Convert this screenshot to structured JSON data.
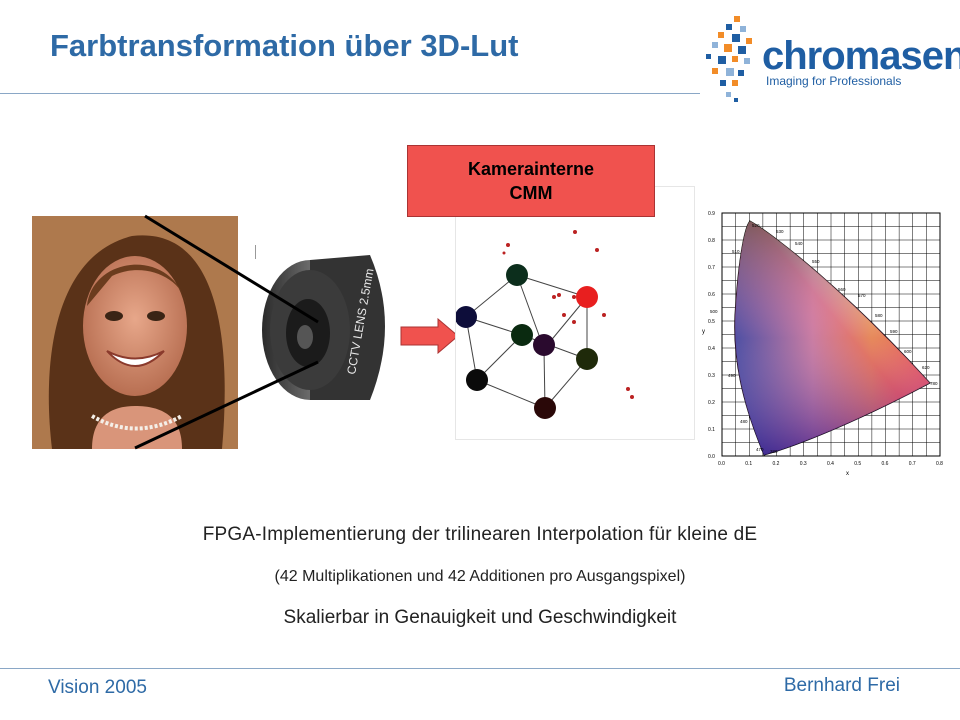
{
  "slide": {
    "title": "Farbtransformation über 3D-Lut",
    "cmm_label_line1": "Kamerainterne",
    "cmm_label_line2": "CMM",
    "lens_text": "CCTV LENS 2.5mm",
    "body_line1": "FPGA-Implementierung der trilinearen Interpolation für kleine dE",
    "body_line2": "(42 Multiplikationen und 42 Additionen pro Ausgangspixel)",
    "body_line3": "Skalierbar in Genauigkeit und Geschwindigkeit"
  },
  "logo": {
    "word": "chromasens",
    "tagline": "Imaging for Professionals"
  },
  "footer": {
    "left": "Vision 2005",
    "right": "Bernhard Frei"
  },
  "cie_axes": {
    "x_label": "x",
    "y_label": "y",
    "x_ticks": [
      "0.0",
      "0.1",
      "0.2",
      "0.3",
      "0.4",
      "0.5",
      "0.6",
      "0.7",
      "0.8"
    ],
    "y_ticks": [
      "0.0",
      "0.1",
      "0.2",
      "0.3",
      "0.4",
      "0.5",
      "0.6",
      "0.7",
      "0.8",
      "0.9"
    ],
    "wavelengths": [
      "520",
      "530",
      "540",
      "510",
      "550",
      "560",
      "500",
      "570",
      "580",
      "590",
      "600",
      "620",
      "780",
      "490",
      "480",
      "470",
      "380"
    ]
  },
  "colors": {
    "title": "#2e6aa6",
    "cmm_box": "#f0524e",
    "arrow": "#f0524e"
  }
}
